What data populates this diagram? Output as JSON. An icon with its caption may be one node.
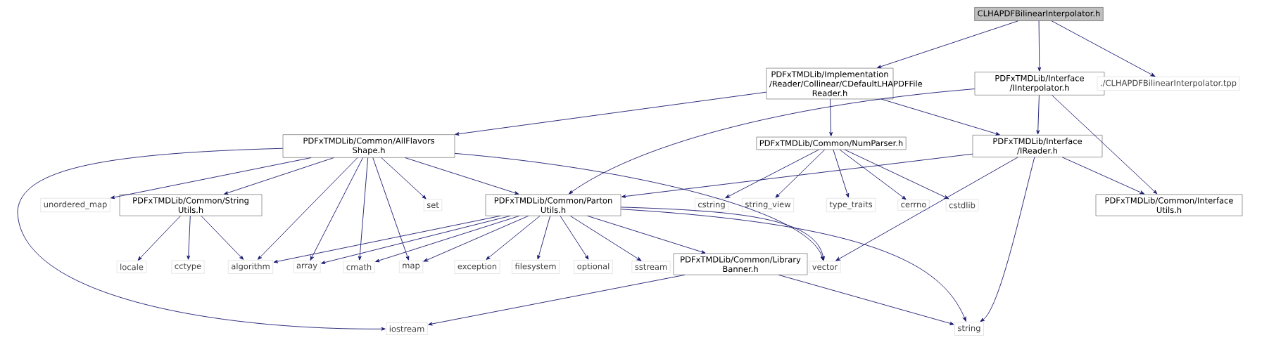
{
  "diagram": {
    "nodes": [
      {
        "text": [
          "CLHAPDFBilinearInterpolator.h"
        ]
      },
      {
        "text": [
          "PDFxTMDLib/Implementation /Reader/Collinear/CDefaultLHAPDFFile Reader.h"
        ]
      },
      {
        "text": [
          "PDFxTMDLib/Interface /IInterpolator.h"
        ]
      },
      {
        "text": [
          "./CLHAPDFBilinearInterpolator.tpp"
        ]
      },
      {
        "text": [
          "PDFxTMDLib/Common/AllFlavors Shape.h"
        ]
      },
      {
        "text": [
          "PDFxTMDLib/Common/NumParser.h"
        ]
      },
      {
        "text": [
          "PDFxTMDLib/Interface /IReader.h"
        ]
      },
      {
        "text": [
          "unordered_map"
        ]
      },
      {
        "text": [
          "PDFxTMDLib/Common/String Utils.h"
        ]
      },
      {
        "text": [
          "set"
        ]
      },
      {
        "text": [
          "PDFxTMDLib/Common/Parton Utils.h"
        ]
      },
      {
        "text": [
          "cstring"
        ]
      },
      {
        "text": [
          "string_view"
        ]
      },
      {
        "text": [
          "type_traits"
        ]
      },
      {
        "text": [
          "cerrno"
        ]
      },
      {
        "text": [
          "cstdlib"
        ]
      },
      {
        "text": [
          "PDFxTMDLib/Common/Interface Utils.h"
        ]
      },
      {
        "text": [
          "locale"
        ]
      },
      {
        "text": [
          "cctype"
        ]
      },
      {
        "text": [
          "algorithm"
        ]
      },
      {
        "text": [
          "array"
        ]
      },
      {
        "text": [
          "cmath"
        ]
      },
      {
        "text": [
          "map"
        ]
      },
      {
        "text": [
          "exception"
        ]
      },
      {
        "text": [
          "filesystem"
        ]
      },
      {
        "text": [
          "optional"
        ]
      },
      {
        "text": [
          "sstream"
        ]
      },
      {
        "text": [
          "PDFxTMDLib/Common/Library Banner.h"
        ]
      },
      {
        "text": [
          "vector"
        ]
      },
      {
        "text": [
          "iostream"
        ]
      },
      {
        "text": [
          "string"
        ]
      }
    ],
    "edges": [
      {
        "from": 0,
        "to": 1,
        "arrow": "to"
      },
      {
        "from": 0,
        "to": 2,
        "arrow": "to"
      },
      {
        "from": 0,
        "to": 3,
        "arrow": "to"
      },
      {
        "from": 1,
        "to": 4,
        "arrow": "to"
      },
      {
        "from": 1,
        "to": 5,
        "arrow": "to"
      },
      {
        "from": 1,
        "to": 6,
        "arrow": "to"
      },
      {
        "from": 2,
        "to": 10,
        "arrow": "to"
      },
      {
        "from": 2,
        "to": 6,
        "arrow": "to"
      },
      {
        "from": 2,
        "to": 16,
        "arrow": "to"
      },
      {
        "from": 4,
        "to": 7,
        "arrow": "to"
      },
      {
        "from": 4,
        "to": 8,
        "arrow": "to"
      },
      {
        "from": 4,
        "to": 19,
        "arrow": "to"
      },
      {
        "from": 4,
        "to": 20,
        "arrow": "to"
      },
      {
        "from": 4,
        "to": 21,
        "arrow": "to"
      },
      {
        "from": 4,
        "to": 22,
        "arrow": "to"
      },
      {
        "from": 4,
        "to": 9,
        "arrow": "to"
      },
      {
        "from": 4,
        "to": 10,
        "arrow": "to"
      },
      {
        "from": 4,
        "to": 28,
        "arrow": "to"
      },
      {
        "from": 4,
        "to": 29,
        "arrow": "to"
      },
      {
        "from": 5,
        "to": 11,
        "arrow": "to"
      },
      {
        "from": 5,
        "to": 12,
        "arrow": "to"
      },
      {
        "from": 5,
        "to": 13,
        "arrow": "to"
      },
      {
        "from": 5,
        "to": 14,
        "arrow": "to"
      },
      {
        "from": 5,
        "to": 15,
        "arrow": "to"
      },
      {
        "from": 6,
        "to": 10,
        "arrow": "to"
      },
      {
        "from": 6,
        "to": 16,
        "arrow": "to"
      },
      {
        "from": 6,
        "to": 28,
        "arrow": "to"
      },
      {
        "from": 6,
        "to": 30,
        "arrow": "to"
      },
      {
        "from": 8,
        "to": 17,
        "arrow": "to"
      },
      {
        "from": 8,
        "to": 18,
        "arrow": "to"
      },
      {
        "from": 8,
        "to": 19,
        "arrow": "to"
      },
      {
        "from": 10,
        "to": 19,
        "arrow": "to"
      },
      {
        "from": 10,
        "to": 20,
        "arrow": "to"
      },
      {
        "from": 10,
        "to": 21,
        "arrow": "to"
      },
      {
        "from": 10,
        "to": 22,
        "arrow": "to"
      },
      {
        "from": 10,
        "to": 23,
        "arrow": "to"
      },
      {
        "from": 10,
        "to": 24,
        "arrow": "to"
      },
      {
        "from": 10,
        "to": 25,
        "arrow": "to"
      },
      {
        "from": 10,
        "to": 26,
        "arrow": "to"
      },
      {
        "from": 10,
        "to": 27,
        "arrow": "to"
      },
      {
        "from": 10,
        "to": 28,
        "arrow": "to"
      },
      {
        "from": 10,
        "to": 30,
        "arrow": "to"
      },
      {
        "from": 27,
        "to": 29,
        "arrow": "to"
      },
      {
        "from": 27,
        "to": 30,
        "arrow": "to"
      }
    ]
  }
}
